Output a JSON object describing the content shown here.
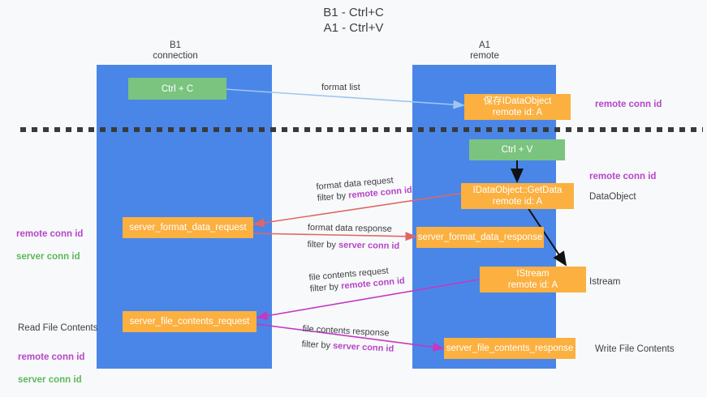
{
  "diagram": {
    "title": "B1 - Ctrl+C\nA1 - Ctrl+V",
    "columns": [
      {
        "id": "b1",
        "header": "B1\nconnection"
      },
      {
        "id": "a1",
        "header": "A1\nremote"
      }
    ],
    "nodes": [
      {
        "id": "ctrl-c",
        "label": "Ctrl + C",
        "color": "#7ac47f",
        "column": "b1"
      },
      {
        "id": "idataobject",
        "label": "保存IDataObject\nremote id: A",
        "color": "#fbb040",
        "column": "a1"
      },
      {
        "id": "ctrl-v",
        "label": "Ctrl + V",
        "color": "#7ac47f",
        "column": "a1"
      },
      {
        "id": "idataobject-getdata",
        "label": "IDataObject::GetData\nremote id: A",
        "color": "#fbb040",
        "column": "a1"
      },
      {
        "id": "server-format-data-request",
        "label": "server_format_data_request",
        "color": "#fbb040",
        "column": "b1"
      },
      {
        "id": "server-format-data-response",
        "label": "server_format_data_response",
        "color": "#fbb040",
        "column": "a1"
      },
      {
        "id": "istream",
        "label": "IStream\nremote id: A",
        "color": "#fbb040",
        "column": "a1"
      },
      {
        "id": "server-file-contents-request",
        "label": "server_file_contents_request",
        "color": "#fbb040",
        "column": "b1"
      },
      {
        "id": "server-file-contents-response",
        "label": "server_file_contents_response",
        "color": "#fbb040",
        "column": "a1"
      }
    ],
    "right_labels": [
      {
        "id": "remote-conn-id-1",
        "text": "remote conn id",
        "color": "#b545c9"
      },
      {
        "id": "remote-conn-id-2",
        "text": "remote conn id",
        "color": "#b545c9"
      },
      {
        "id": "dataobject",
        "text": "DataObject",
        "color": "#3c4043"
      },
      {
        "id": "istream-label",
        "text": "Istream",
        "color": "#3c4043"
      },
      {
        "id": "write-file",
        "text": "Write File Contents",
        "color": "#3c4043"
      }
    ],
    "left_labels": [
      {
        "id": "format-conn-ids",
        "remote": "remote conn id",
        "server": "server conn id"
      },
      {
        "id": "read-file",
        "heading": "Read File Contents",
        "remote": "remote conn id",
        "server": "server conn id"
      }
    ],
    "edges": [
      {
        "id": "format-list",
        "line1": "format list",
        "line2": "",
        "emph": "",
        "color": "#9fc5f0"
      },
      {
        "id": "format-data-request",
        "line1": "format data request",
        "line2": "filter by ",
        "emph": "remote conn id",
        "emph_color": "#b545c9",
        "color": "#e06666"
      },
      {
        "id": "format-data-response",
        "line1": "format data response",
        "line2": "filter by ",
        "emph": "server conn id",
        "emph_color": "#b545c9",
        "color": "#e06666"
      },
      {
        "id": "file-contents-request",
        "line1": "file contents request",
        "line2": "filter by ",
        "emph": "remote conn id",
        "emph_color": "#b545c9",
        "color": "#c438c4"
      },
      {
        "id": "file-contents-response",
        "line1": "file contents response",
        "line2": "filter by ",
        "emph": "server conn id",
        "emph_color": "#b545c9",
        "color": "#c438c4"
      }
    ],
    "colors": {
      "lane": "#4a86e8",
      "background": "#f8f9fa",
      "divider": "#3a3a3a",
      "green_node": "#7ac47f",
      "orange_node": "#fbb040",
      "purple": "#b545c9",
      "green_text": "#5cb85c"
    }
  }
}
